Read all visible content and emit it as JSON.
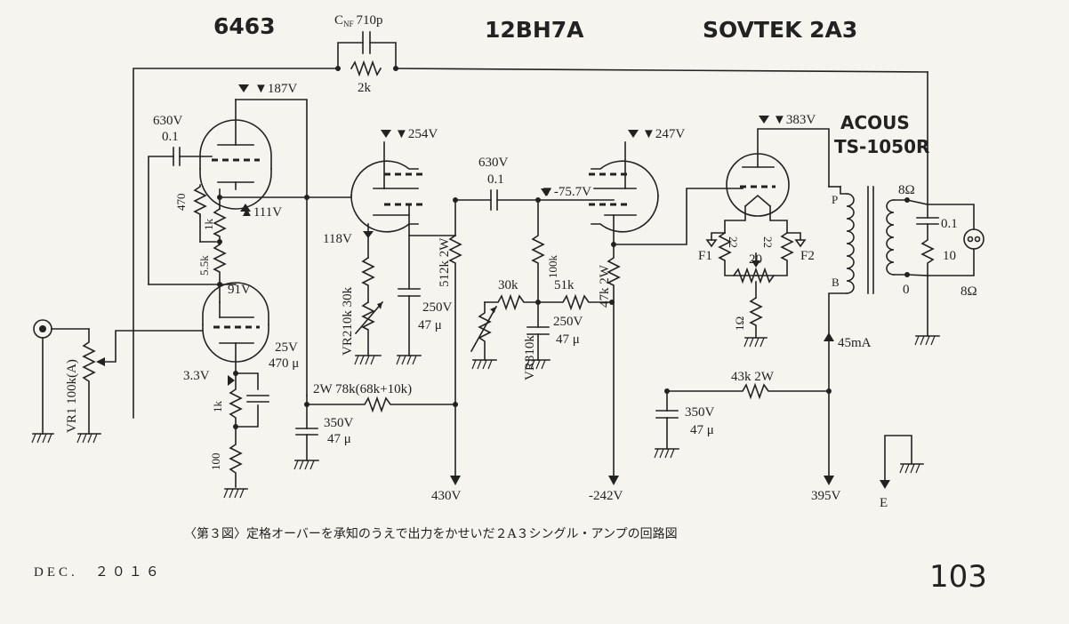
{
  "titles": {
    "tube1": "6463",
    "tube2": "12BH7A",
    "tube3": "SOVTEK 2A3",
    "transformer_line1": "ACOUS",
    "transformer_line2": "TS-1050R"
  },
  "components": {
    "cnf": "C",
    "cnf_sub": "NF",
    "cnf_val": "710p",
    "rnf": "2k",
    "c_in_v": "630V",
    "c_in_c": "0.1",
    "r470": "470",
    "r1k_a": "1k",
    "r5k5": "5.5k",
    "vr1": "VR1 100k(A)",
    "c25v": "25V",
    "c470u": "470 μ",
    "r1k_b": "1k",
    "r100": "100",
    "vr210k": "VR210k 30k",
    "c250v_a": "250V",
    "c47u_a": "47 μ",
    "r512k": "512k 2W",
    "rdrop": "2W 78k(68k+10k)",
    "c350v_a": "350V",
    "c47u_b": "47 μ",
    "c630v_b": "630V",
    "c0_1_b": "0.1",
    "r100k": "100k",
    "r30k": "30k",
    "vr310k": "VR310k",
    "r51k": "51k",
    "c250v_b": "250V",
    "c47u_c": "47 μ",
    "r47k": "47k 2W",
    "r22a": "22",
    "r22b": "22",
    "r20": "20",
    "f1": "F1",
    "f2": "F2",
    "r1ohm": "1Ω",
    "r43k": "43k 2W",
    "c350v_c": "350V",
    "c47u_d": "47 μ",
    "tr_p": "P",
    "tr_b": "B",
    "tr_8ohm": "8Ω",
    "tr_0": "0",
    "c0_1_c": "0.1",
    "r10": "10",
    "spk_8ohm": "8Ω",
    "ground_e": "E"
  },
  "voltages": {
    "v187": "▼187V",
    "v111": "▲111V",
    "v91": "91V",
    "v3_3": "3.3V",
    "v254": "▼254V",
    "v118": "118V",
    "v75_7": "▼-75.7V",
    "v247": "▼247V",
    "v383": "▼383V",
    "i45": "45mA",
    "v430": "430V",
    "vm242": "-242V",
    "v395": "395V"
  },
  "caption": "〈第３図〉定格オーバーを承知のうえで出力をかせいだ２A３シングル・アンプの回路図",
  "footer": {
    "date": "DEC.　２０１６",
    "page": "103"
  }
}
